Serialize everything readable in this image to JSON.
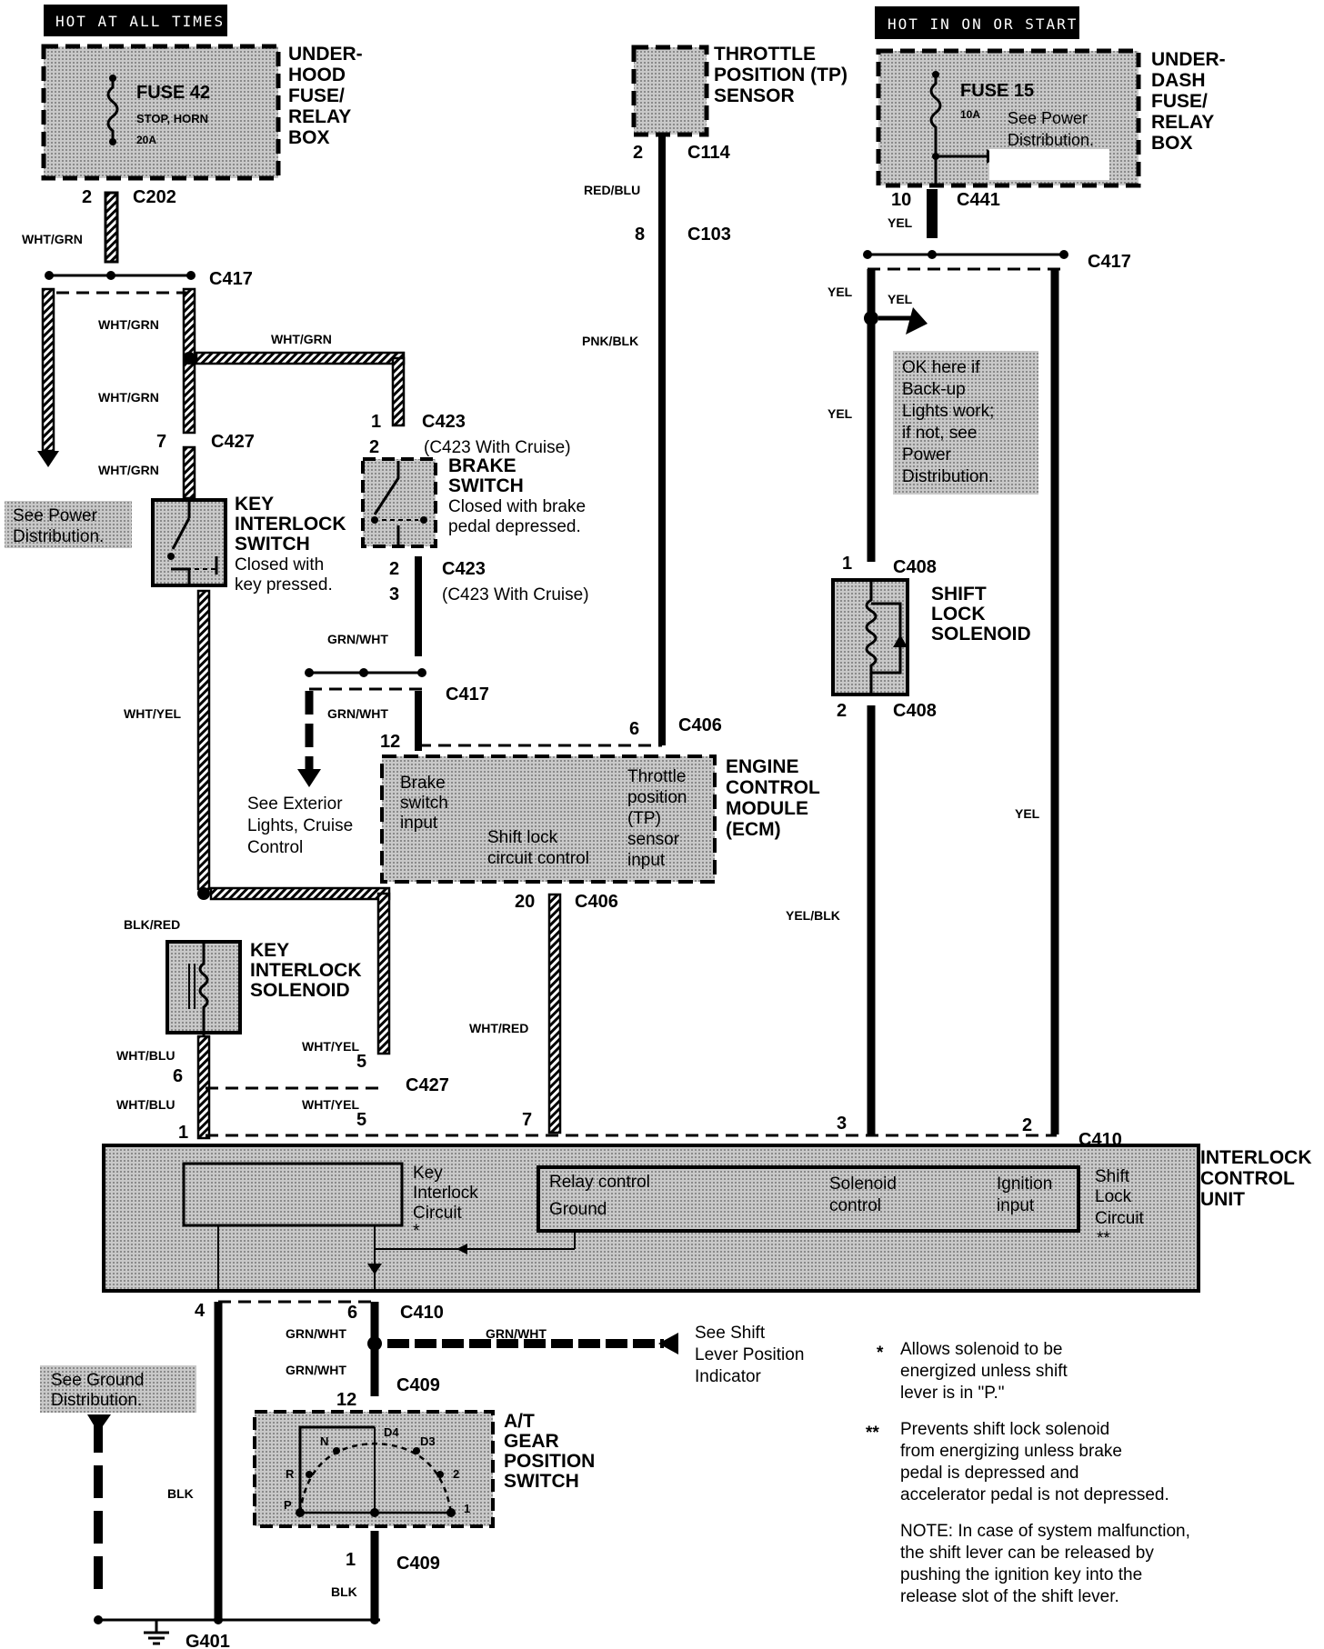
{
  "supply": {
    "hot_all_times": "HOT AT ALL TIMES",
    "hot_on_start": "HOT IN ON OR START"
  },
  "underhood": {
    "title": [
      "UNDER-",
      "HOOD",
      "FUSE/",
      "RELAY",
      "BOX"
    ],
    "fuse": "FUSE 42",
    "fuse_desc": "STOP, HORN",
    "fuse_amp": "20A"
  },
  "underdash": {
    "title": [
      "UNDER-",
      "DASH",
      "FUSE/",
      "RELAY",
      "BOX"
    ],
    "fuse": "FUSE 15",
    "fuse_amp": "10A",
    "note": [
      "See Power",
      "Distribution."
    ]
  },
  "tp_sensor": {
    "title": [
      "THROTTLE",
      "POSITION (TP)",
      "SENSOR"
    ]
  },
  "brake_switch": {
    "title": [
      "BRAKE",
      "SWITCH"
    ],
    "desc": [
      "Closed with brake",
      "pedal depressed."
    ]
  },
  "key_switch": {
    "title": [
      "KEY",
      "INTERLOCK",
      "SWITCH"
    ],
    "desc": [
      "Closed with",
      "key pressed."
    ]
  },
  "shift_solenoid": {
    "title": [
      "SHIFT",
      "LOCK",
      "SOLENOID"
    ]
  },
  "key_solenoid": {
    "title": [
      "KEY",
      "INTERLOCK",
      "SOLENOID"
    ]
  },
  "ecm": {
    "title": [
      "ENGINE",
      "CONTROL",
      "MODULE",
      "(ECM)"
    ],
    "brake_input": [
      "Brake",
      "switch",
      "input"
    ],
    "shift_control": [
      "Shift lock",
      "circuit control"
    ],
    "tp_input": [
      "Throttle",
      "position",
      "(TP)",
      "sensor",
      "input"
    ]
  },
  "icu": {
    "title": [
      "INTERLOCK",
      "CONTROL",
      "UNIT"
    ],
    "key_circuit": [
      "Key",
      "Interlock",
      "Circuit",
      "*"
    ],
    "relay_control": "Relay control",
    "ground": "Ground",
    "solenoid_control": [
      "Solenoid",
      "control"
    ],
    "ignition_input": [
      "Ignition",
      "input"
    ],
    "shift_circuit": [
      "Shift",
      "Lock",
      "Circuit",
      "**"
    ]
  },
  "gear_switch": {
    "title": [
      "A/T",
      "GEAR",
      "POSITION",
      "SWITCH"
    ],
    "positions": [
      "P",
      "R",
      "N",
      "D4",
      "D3",
      "2",
      "1"
    ]
  },
  "connectors": {
    "c202": "C202",
    "c417": "C417",
    "c427": "C427",
    "c423": "C423",
    "c423_cruise": "(C423 With Cruise)",
    "c114": "C114",
    "c103": "C103",
    "c406": "C406",
    "c441": "C441",
    "c408": "C408",
    "c410": "C410",
    "c409": "C409",
    "g401": "G401"
  },
  "pins": {
    "c202": "2",
    "c427_a": "7",
    "c423_1": "1",
    "c423_2": "2",
    "c423_b2": "2",
    "c423_b3": "3",
    "c417_12": "12",
    "c114": "2",
    "c103": "8",
    "c406_6": "6",
    "c406_20": "20",
    "c441": "10",
    "c408_1": "1",
    "c408_2": "2",
    "c427_6": "6",
    "c427_5a": "5",
    "c427_5b": "5",
    "c410_1": "1",
    "c410_5": "5",
    "c410_7": "7",
    "c410_3": "3",
    "c410_2": "2",
    "c410_4": "4",
    "c410_6": "6",
    "c409_12": "12",
    "c409_1": "1"
  },
  "wires": {
    "wht_grn": "WHT/GRN",
    "wht_yel": "WHT/YEL",
    "grn_wht": "GRN/WHT",
    "red_blu": "RED/BLU",
    "pnk_blk": "PNK/BLK",
    "yel": "YEL",
    "yel_blk": "YEL/BLK",
    "blk_red": "BLK/RED",
    "wht_blu": "WHT/BLU",
    "wht_red": "WHT/RED",
    "blk": "BLK"
  },
  "refs": {
    "power_dist": [
      "See Power",
      "Distribution."
    ],
    "exterior": [
      "See Exterior",
      "Lights, Cruise",
      "Control"
    ],
    "backup": [
      "OK here if",
      "Back-up",
      "Lights work;",
      "if not, see",
      "Power",
      "Distribution."
    ],
    "shift_indicator": [
      "See Shift",
      "Lever Position",
      "Indicator"
    ],
    "ground_dist": [
      "See Ground",
      "Distribution."
    ]
  },
  "notes": {
    "star_mark": "*",
    "star": [
      "Allows solenoid to be",
      "energized unless shift",
      "lever is in \"P.\""
    ],
    "dstar_mark": "**",
    "dstar": [
      "Prevents shift lock solenoid",
      "from energizing unless brake",
      "pedal is depressed and",
      "accelerator pedal is not depressed."
    ],
    "note": [
      "NOTE: In case of system malfunction,",
      "the shift lever can be released by",
      "pushing the ignition key into the",
      "release slot of the shift lever."
    ]
  }
}
